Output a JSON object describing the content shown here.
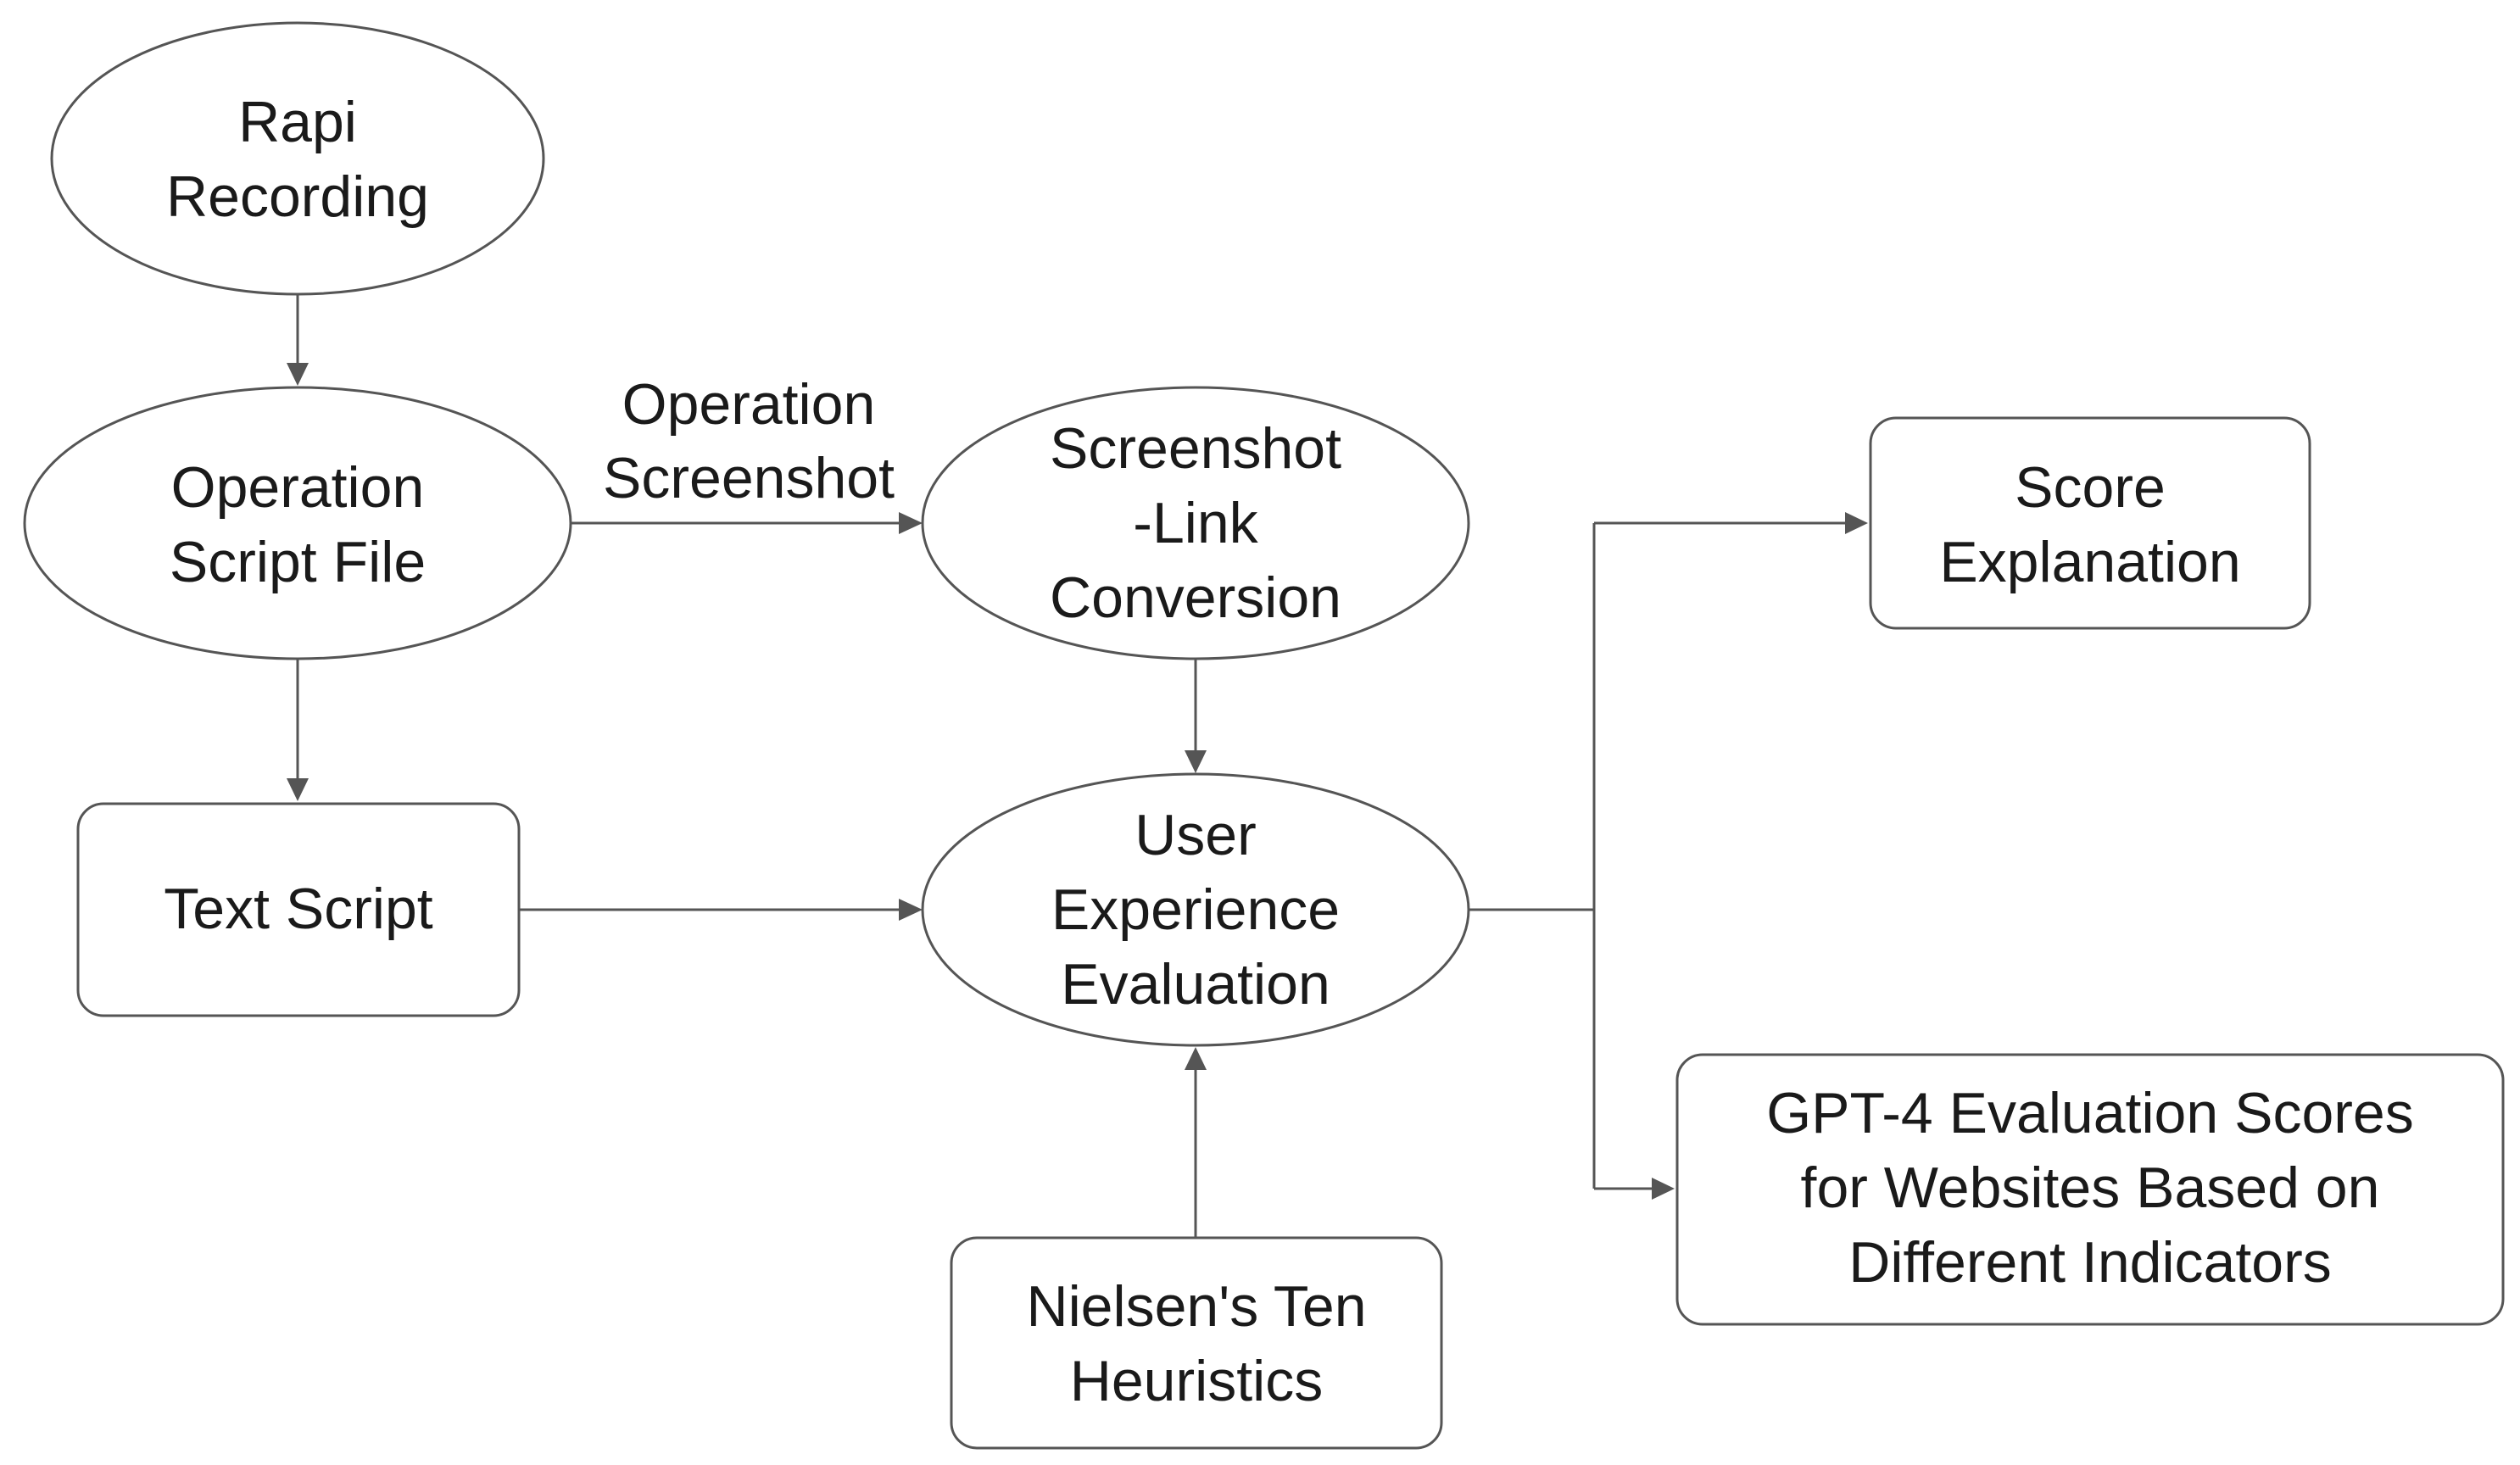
{
  "nodes": {
    "rapi_recording": {
      "line1": "Rapi",
      "line2": "Recording"
    },
    "operation_script_file": {
      "line1": "Operation",
      "line2": "Script File"
    },
    "text_script": {
      "line1": "Text Script"
    },
    "screenshot_link_conversion": {
      "line1": "Screenshot",
      "line2": "-Link",
      "line3": "Conversion"
    },
    "user_experience_evaluation": {
      "line1": "User",
      "line2": "Experience",
      "line3": "Evaluation"
    },
    "nielsens_ten_heuristics": {
      "line1": "Nielsen's Ten",
      "line2": "Heuristics"
    },
    "score_explanation": {
      "line1": "Score",
      "line2": "Explanation"
    },
    "gpt4_evaluation_scores": {
      "line1": "GPT-4 Evaluation Scores",
      "line2": "for Websites Based on",
      "line3": "Different Indicators"
    }
  },
  "edge_labels": {
    "operation_screenshot": {
      "line1": "Operation",
      "line2": "Screenshot"
    }
  },
  "colors": {
    "stroke": "#555555",
    "text": "#1a1a1a",
    "background": "#ffffff"
  }
}
